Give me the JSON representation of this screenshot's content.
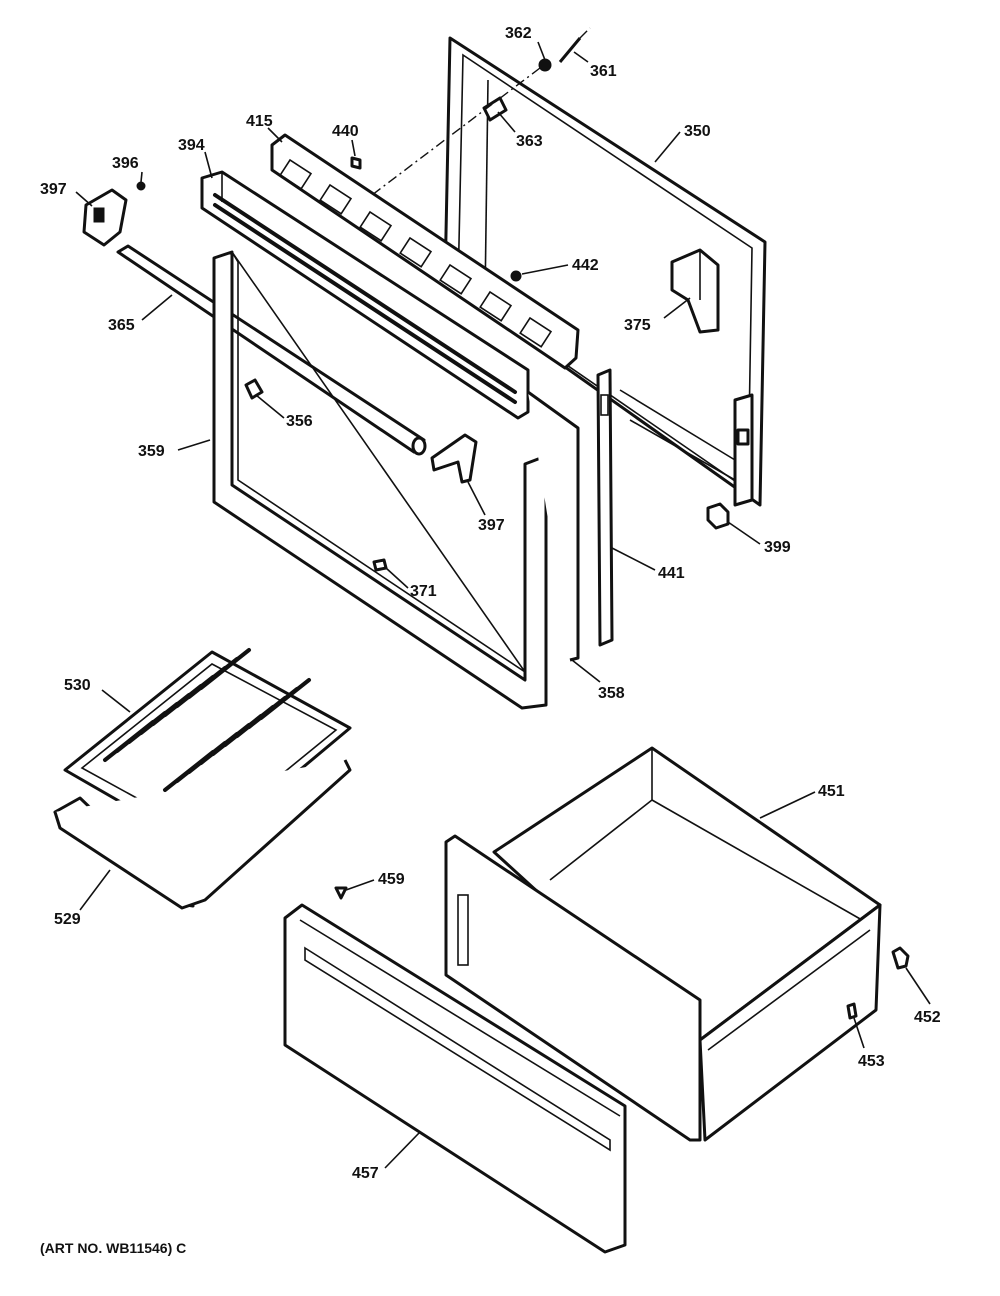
{
  "callouts": {
    "c362": "362",
    "c361": "361",
    "c363": "363",
    "c350": "350",
    "c415": "415",
    "c440": "440",
    "c394": "394",
    "c396": "396",
    "c397a": "397",
    "c442": "442",
    "c375": "375",
    "c365": "365",
    "c356": "356",
    "c359": "359",
    "c397b": "397",
    "c399": "399",
    "c441": "441",
    "c371": "371",
    "c358": "358",
    "c530": "530",
    "c451": "451",
    "c459": "459",
    "c529": "529",
    "c452": "452",
    "c453": "453",
    "c457": "457"
  },
  "footer": {
    "art_no": "(ART NO. WB11546) C"
  }
}
